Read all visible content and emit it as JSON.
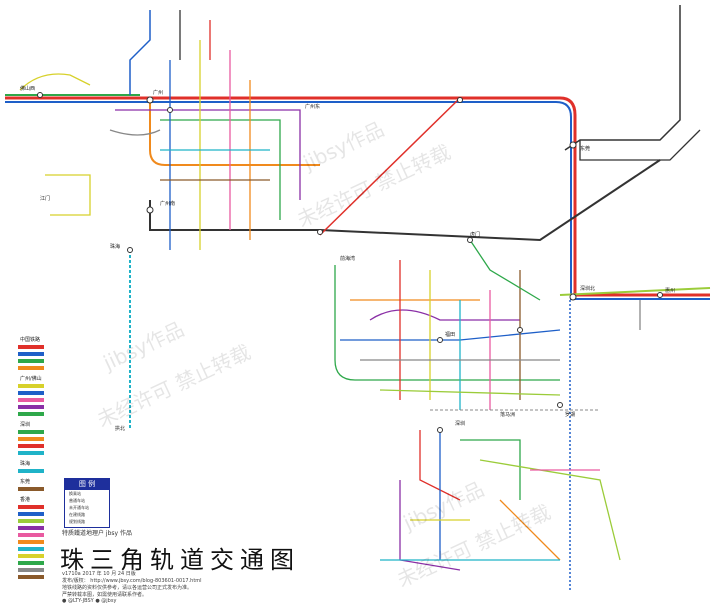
{
  "title": "珠三角轨道交通图",
  "author": "特质鐵道地理户 jbsy 作品",
  "version": "v1710a",
  "date": "2017 年 10 月 24 日版",
  "url_label": "发布/版权：",
  "url": "http://www.jbsy.com/blog-803601-0017.html",
  "notice_1": "地铁线路的资料仅供参考，请以各运营公司正式发布为准。",
  "notice_2": "严禁转载本图，如需使用请联系作者。",
  "weibo": "@jbsy",
  "weibo_2": "@LTY-JBSY",
  "legend": {
    "title": "图 例",
    "rows": [
      "换乘站",
      "普通车站",
      "未开通车站",
      "在建线路",
      "规划线路"
    ]
  },
  "watermarks": [
    "jibsy作品",
    "未经许可 禁止转载",
    "jibsy作品",
    "未经许可 禁止转载",
    "jibsy作品",
    "未经许可 禁止转载"
  ],
  "regions": {
    "china_rail": "中国铁路",
    "guangzhou": "广州/佛山",
    "shenzhen": "深圳",
    "zhuhai": "珠海",
    "dongguan": "东莞",
    "hongkong": "香港"
  },
  "stations": {
    "guangzhou": "广州",
    "guangzhou_east": "广州东",
    "guangzhou_south": "广州南",
    "shenzhen": "深圳",
    "shenzhen_north": "深圳北",
    "futian": "福田",
    "dongguan": "东莞",
    "zhuhai": "珠海",
    "foshan": "佛山西",
    "jiangmen": "江门",
    "huizhou": "惠州",
    "lok_ma_chau": "落马洲",
    "luohu": "罗湖",
    "humen": "虎门",
    "qianhai": "前海湾",
    "gongbei": "拱北"
  },
  "colors": {
    "red": "#e0302a",
    "blue": "#1e5fc8",
    "orange": "#f08a1d",
    "green": "#2ea84a",
    "purple": "#8a2fa6",
    "yellow": "#d7d12b",
    "cyan": "#1fb3c8",
    "pink": "#e95aa0",
    "grey": "#888888",
    "dark": "#333333",
    "brown": "#8a5a2b",
    "lime": "#9bcc3a"
  }
}
